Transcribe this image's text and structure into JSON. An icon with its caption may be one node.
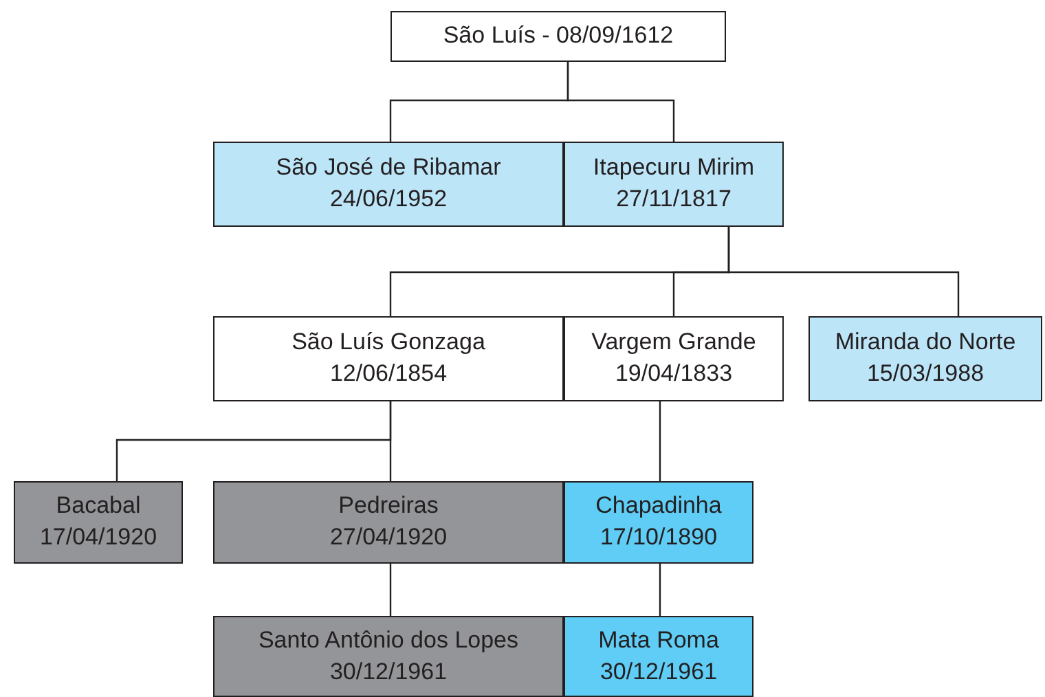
{
  "diagram": {
    "nodes": [
      {
        "text": [
          "São Luís - 08/09/1612"
        ]
      },
      {
        "text": [
          "São José de Ribamar",
          "24/06/1952"
        ]
      },
      {
        "text": [
          "Itapecuru Mirim",
          "27/11/1817"
        ]
      },
      {
        "text": [
          "São Luís Gonzaga",
          "12/06/1854"
        ]
      },
      {
        "text": [
          "Vargem Grande",
          "19/04/1833"
        ]
      },
      {
        "text": [
          "Miranda do Norte",
          "15/03/1988"
        ]
      },
      {
        "text": [
          "Bacabal",
          "17/04/1920"
        ]
      },
      {
        "text": [
          "Pedreiras",
          "27/04/1920"
        ]
      },
      {
        "text": [
          "Chapadinha",
          "17/10/1890"
        ]
      },
      {
        "text": [
          "Santo Antônio dos Lopes",
          "30/12/1961"
        ]
      },
      {
        "text": [
          "Mata Roma",
          "30/12/1961"
        ]
      }
    ],
    "edges": [
      {
        "from": 0,
        "to": 1,
        "arrow": "none"
      },
      {
        "from": 0,
        "to": 2,
        "arrow": "none"
      },
      {
        "from": 2,
        "to": 3,
        "arrow": "none"
      },
      {
        "from": 2,
        "to": 4,
        "arrow": "none"
      },
      {
        "from": 2,
        "to": 5,
        "arrow": "none"
      },
      {
        "from": 3,
        "to": 6,
        "arrow": "none"
      },
      {
        "from": 3,
        "to": 7,
        "arrow": "none"
      },
      {
        "from": 4,
        "to": 8,
        "arrow": "none"
      },
      {
        "from": 7,
        "to": 9,
        "arrow": "none"
      },
      {
        "from": 8,
        "to": 10,
        "arrow": "none"
      }
    ]
  }
}
